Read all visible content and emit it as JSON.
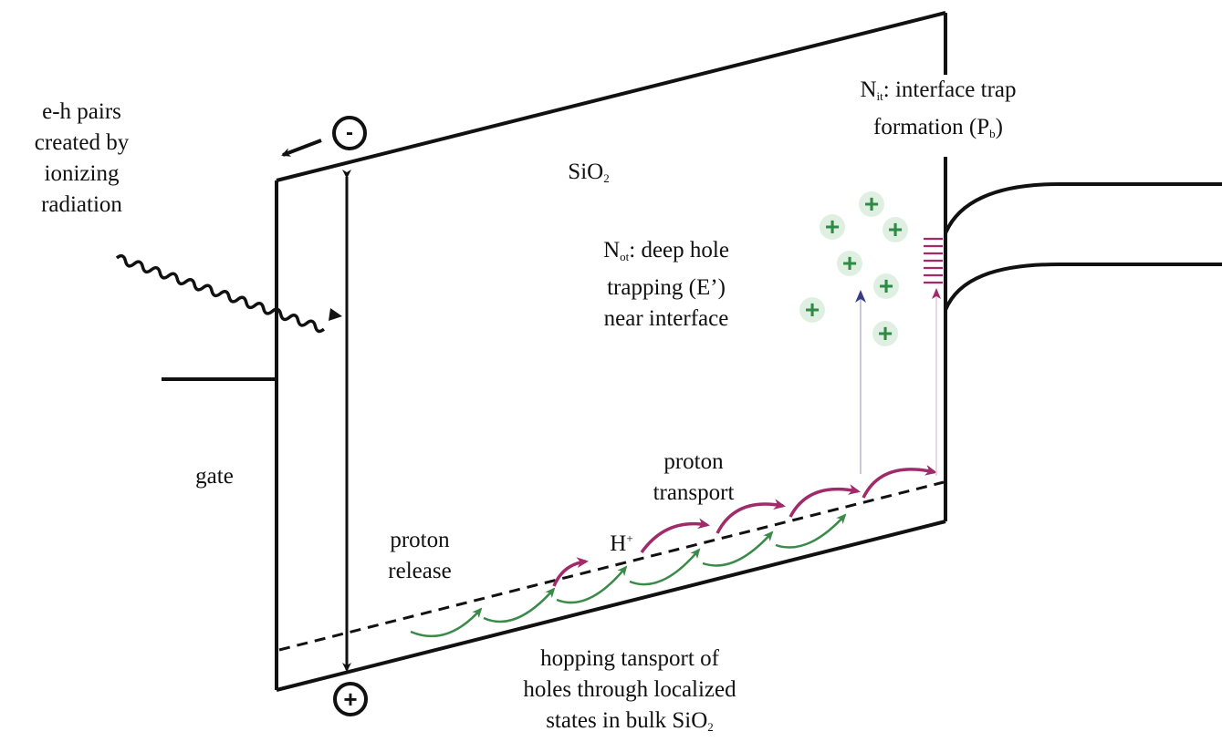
{
  "labels": {
    "eh_line1": "e-h pairs",
    "eh_line2": "created by",
    "eh_line3": "ionizing",
    "eh_line4": "radiation",
    "gate": "gate",
    "sio2_main": "SiO",
    "sio2_sub": "2",
    "nit_main": "N",
    "nit_sub": "it",
    "nit_text": ": interface trap",
    "nit_line2": "formation (P",
    "nit_line2_sub": "b",
    "nit_line2_end": ")",
    "not_main": "N",
    "not_sub": "ot",
    "not_text": ": deep hole",
    "not_line2": "trapping (E’)",
    "not_line3": "near interface",
    "proton_transport_1": "proton",
    "proton_transport_2": "transport",
    "proton_release_1": "proton",
    "proton_release_2": "release",
    "hplus_main": "H",
    "hplus_sup": "+",
    "hopping_1": "hopping tansport of",
    "hopping_2": "holes through localized",
    "hopping_3": "states in bulk SiO",
    "hopping_3_sub": "2",
    "electron_symbol": "-",
    "hole_symbol": "+",
    "trapped_hole_symbol": "+"
  },
  "colors": {
    "line": "#111111",
    "hole_hop": "#3a8a4a",
    "proton": "#a02a6a",
    "trap_plus": "#2f8a45",
    "trap_glow": "#dff0e3",
    "arrow_up": "#3a3a8a"
  }
}
